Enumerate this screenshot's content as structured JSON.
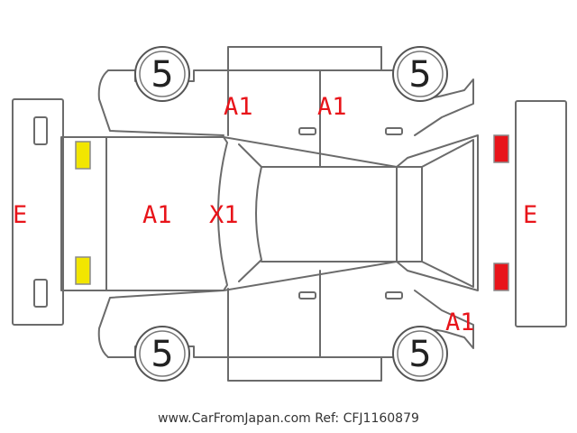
{
  "marks": {
    "front_left_tyre": "5",
    "front_right_tyre": "5",
    "rear_left_tyre": "5",
    "rear_right_tyre": "5",
    "front_bumper": "E",
    "rear_bumper": "E",
    "hood": "A1",
    "front_door_upper": "A1",
    "rear_door_upper": "A1",
    "roof_windshield": "X1",
    "rear_quarter_lower": "A1"
  },
  "colors": {
    "mark_red": "#e8141a",
    "front_lamp": "#f2e600",
    "rear_lamp": "#e8141a"
  },
  "footer": {
    "text": "www.CarFromJapan.com Ref: CFJ1160879"
  }
}
